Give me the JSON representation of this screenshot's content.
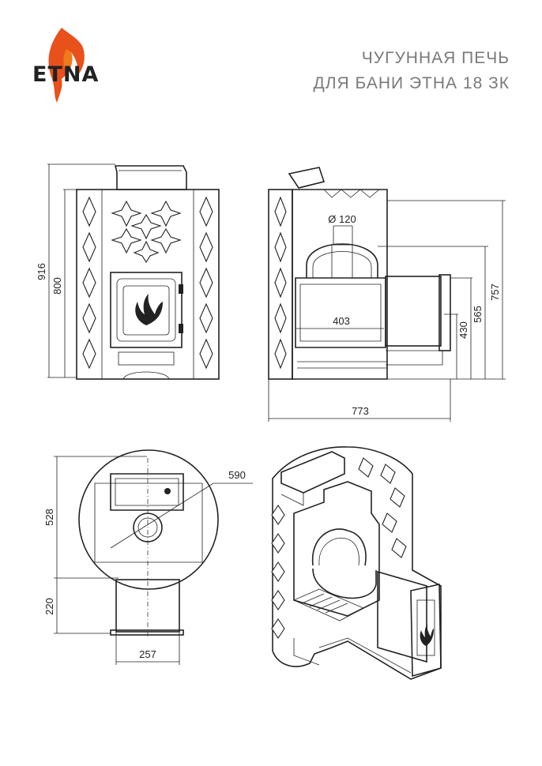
{
  "brand": {
    "name": "ETNA",
    "flame_colors": [
      "#e8501c",
      "#f07a1a"
    ]
  },
  "title": {
    "line1": "ЧУГУННАЯ ПЕЧЬ",
    "line2": "ДЛЯ БАНИ ЭТНА 18 ЗК"
  },
  "colors": {
    "line": "#222222",
    "title": "#7a7a7a",
    "background": "#ffffff"
  },
  "dimensions": {
    "front_height_total": "916",
    "front_height_body": "800",
    "side_pipe_diameter": "Ø 120",
    "side_firebox_depth": "403",
    "side_height_top": "757",
    "side_height_pipe": "565",
    "side_height_door": "430",
    "side_length_total": "773",
    "top_diameter": "590",
    "top_depth": "528",
    "top_tunnel_length": "220",
    "top_tunnel_width": "257"
  }
}
